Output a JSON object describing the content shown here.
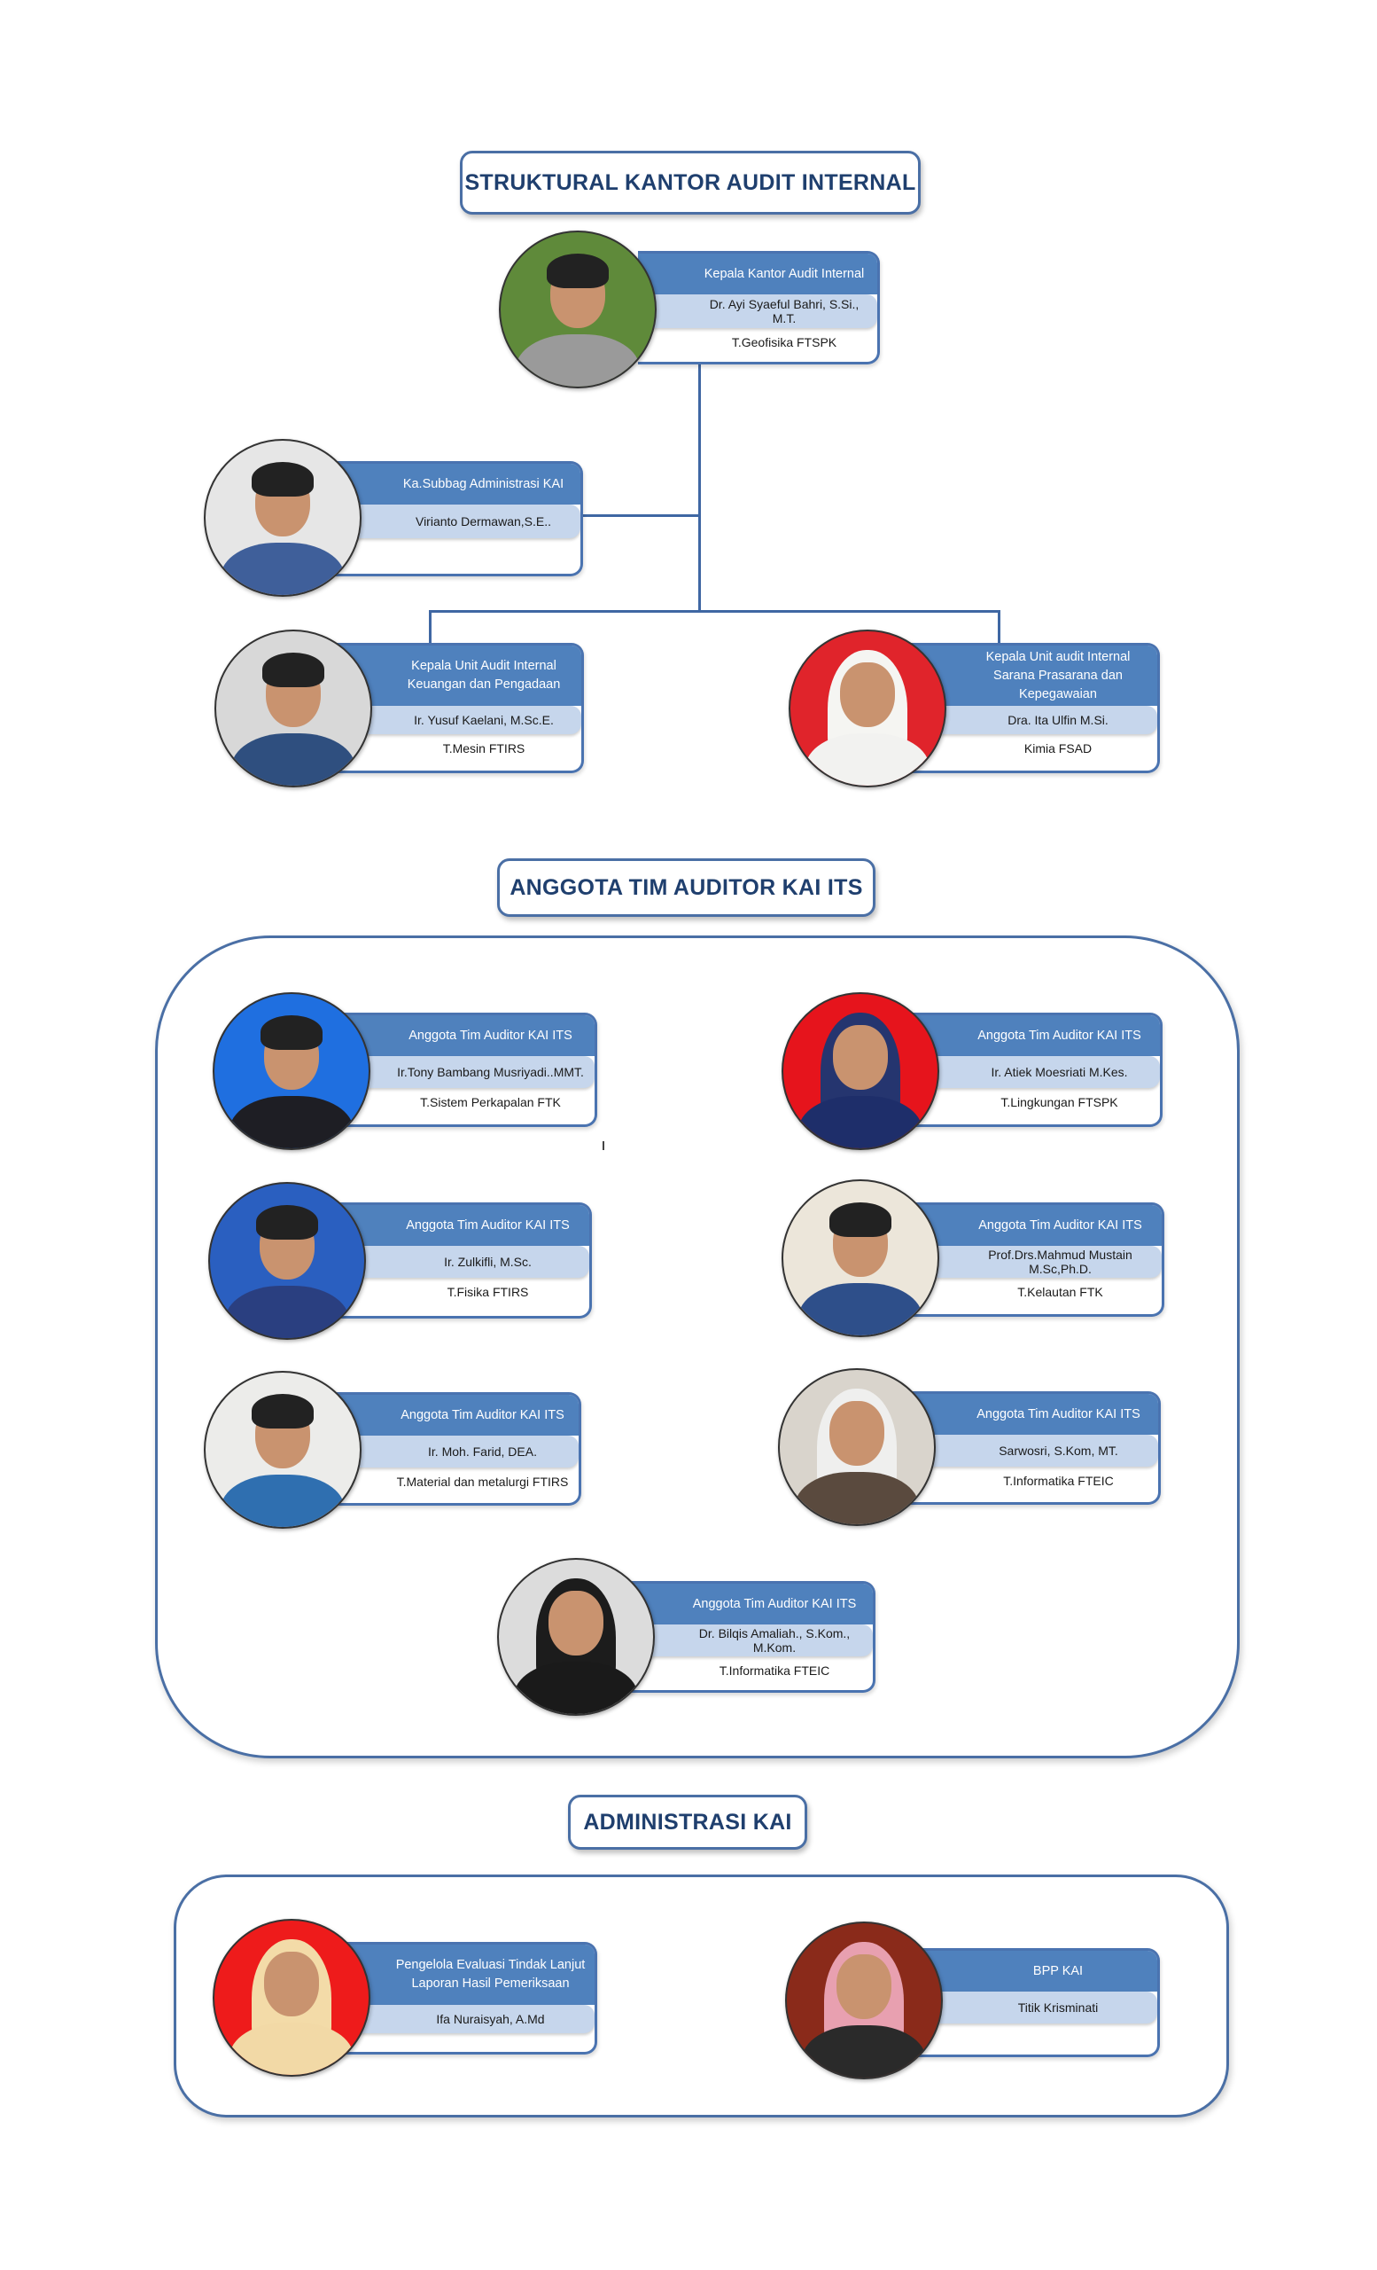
{
  "sections": {
    "struktural_title": "STRUKTURAL KANTOR AUDIT INTERNAL",
    "anggota_title": "ANGGOTA TIM AUDITOR KAI ITS",
    "administrasi_title": "ADMINISTRASI KAI"
  },
  "cards": [
    {
      "role": "Kepala Kantor Audit Internal",
      "name": "Dr. Ayi Syaeful Bahri, S.Si., M.T.",
      "dept": "T.Geofisika FTSPK"
    },
    {
      "role": "Ka.Subbag Administrasi KAI",
      "name": "Virianto Dermawan,S.E..",
      "dept": ""
    },
    {
      "role": "Kepala Unit Audit Internal Keuangan dan Pengadaan",
      "name": "Ir. Yusuf Kaelani, M.Sc.E.",
      "dept": "T.Mesin FTIRS"
    },
    {
      "role": "Kepala Unit audit Internal Sarana Prasarana dan Kepegawaian",
      "name": "Dra. Ita Ulfin M.Si.",
      "dept": "Kimia FSAD"
    },
    {
      "role": "Anggota Tim Auditor KAI ITS",
      "name": "Ir.Tony Bambang Musriyadi..MMT.",
      "dept": "T.Sistem Perkapalan FTK"
    },
    {
      "role": "Anggota Tim Auditor KAI ITS",
      "name": "Ir. Atiek Moesriati M.Kes.",
      "dept": "T.Lingkungan FTSPK"
    },
    {
      "role": "Anggota Tim Auditor KAI ITS",
      "name": "Ir. Zulkifli, M.Sc.",
      "dept": "T.Fisika FTIRS"
    },
    {
      "role": "Anggota Tim Auditor KAI ITS",
      "name": "Prof.Drs.Mahmud Mustain M.Sc,Ph.D.",
      "dept": "T.Kelautan FTK"
    },
    {
      "role": "Anggota Tim Auditor KAI ITS",
      "name": "Ir. Moh. Farid, DEA.",
      "dept": "T.Material dan metalurgi FTIRS"
    },
    {
      "role": "Anggota Tim Auditor KAI ITS",
      "name": "Sarwosri, S.Kom, MT.",
      "dept": "T.Informatika FTEIC"
    },
    {
      "role": "Anggota Tim Auditor KAI ITS",
      "name": "Dr. Bilqis Amaliah., S.Kom., M.Kom.",
      "dept": "T.Informatika FTEIC"
    },
    {
      "role": "Pengelola Evaluasi Tindak Lanjut Laporan Hasil Pemeriksaan",
      "name": "Ifa Nuraisyah, A.Md",
      "dept": ""
    },
    {
      "role": "BPP KAI",
      "name": "Titik Krisminati",
      "dept": ""
    }
  ],
  "colors": {
    "header_band": "#4f81bd",
    "name_band": "#c6d6ec",
    "border": "#4a73b0",
    "title_text": "#1f3f6e"
  }
}
